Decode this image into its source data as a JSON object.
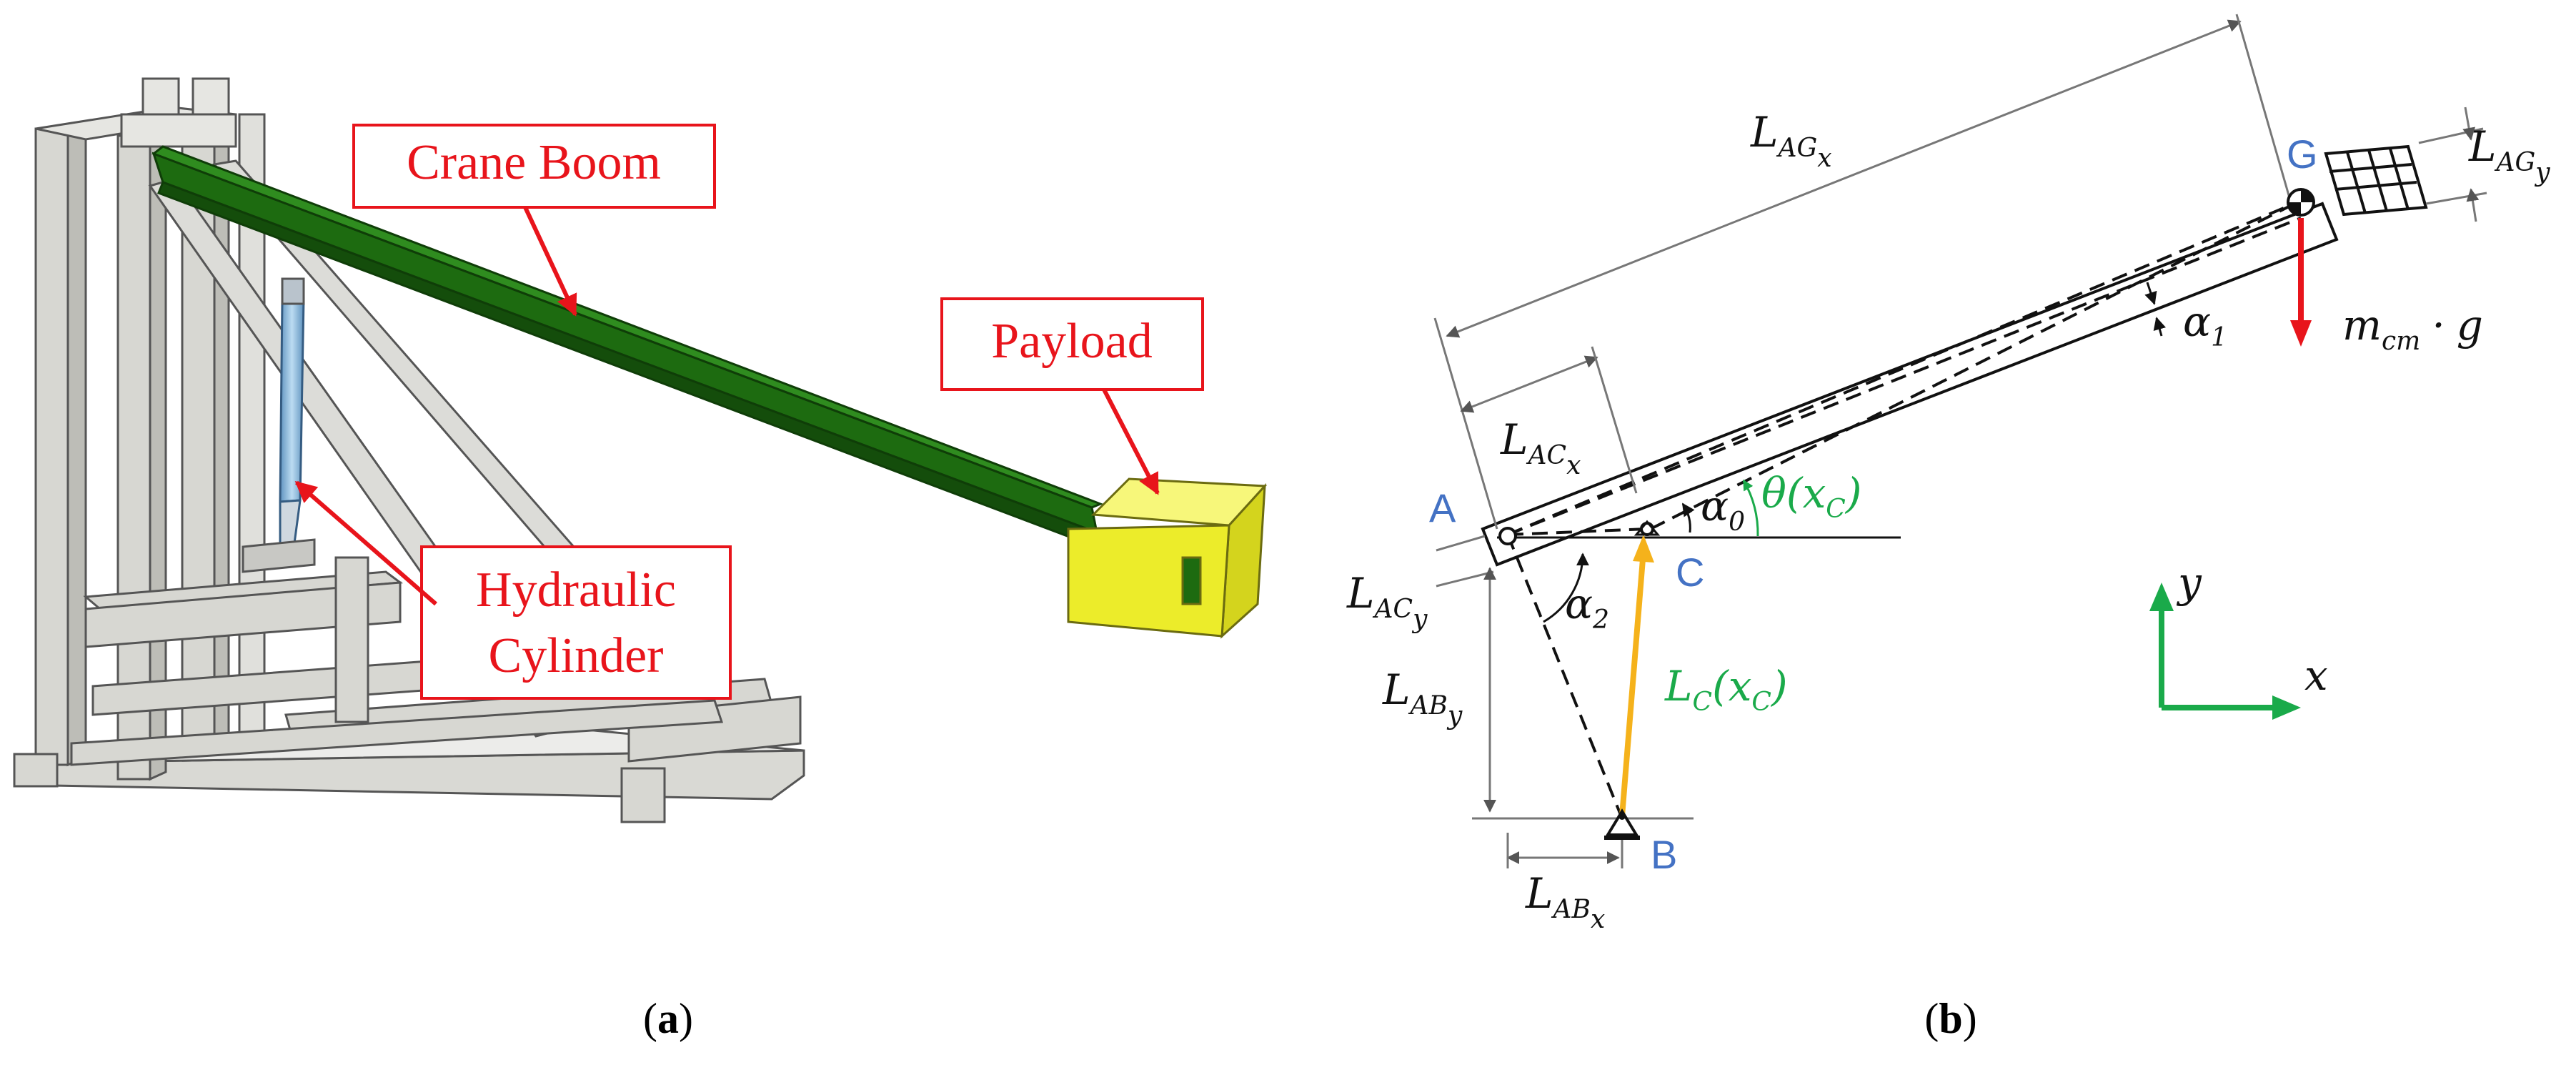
{
  "panel_a": {
    "callouts": {
      "crane_boom": "Crane Boom",
      "payload": "Payload",
      "hydraulic_line1": "Hydraulic",
      "hydraulic_line2": "Cylinder"
    },
    "caption_open": "(",
    "caption_letter": "a",
    "caption_close": ")"
  },
  "panel_b": {
    "points": {
      "A": "A",
      "B": "B",
      "C": "C",
      "G": "G"
    },
    "symbols": {
      "L": "L",
      "AG": "AG",
      "AC": "AC",
      "AB": "AB",
      "x": "x",
      "y": "y",
      "C_sub": "C",
      "alpha": "α",
      "sub0": "0",
      "sub1": "1",
      "sub2": "2",
      "theta": "θ",
      "paren_open": "(",
      "paren_close": ")",
      "m": "m",
      "cm": "cm",
      "dot": "·",
      "g": "g"
    },
    "axis_x": "x",
    "axis_y": "y",
    "caption_open": "(",
    "caption_letter": "b",
    "caption_close": ")"
  },
  "colors": {
    "callout_red": "#e8141b",
    "boom_green": "#1d6b10",
    "payload_yellow": "#ecec2a",
    "cylinder_blue": "#8ab7d9",
    "point_blue": "#4472c4",
    "theta_green": "#1aaa4a",
    "actuator_orange": "#f5b21b",
    "gravity_red": "#e8141b",
    "frame_gray": "#d7d7d2"
  }
}
